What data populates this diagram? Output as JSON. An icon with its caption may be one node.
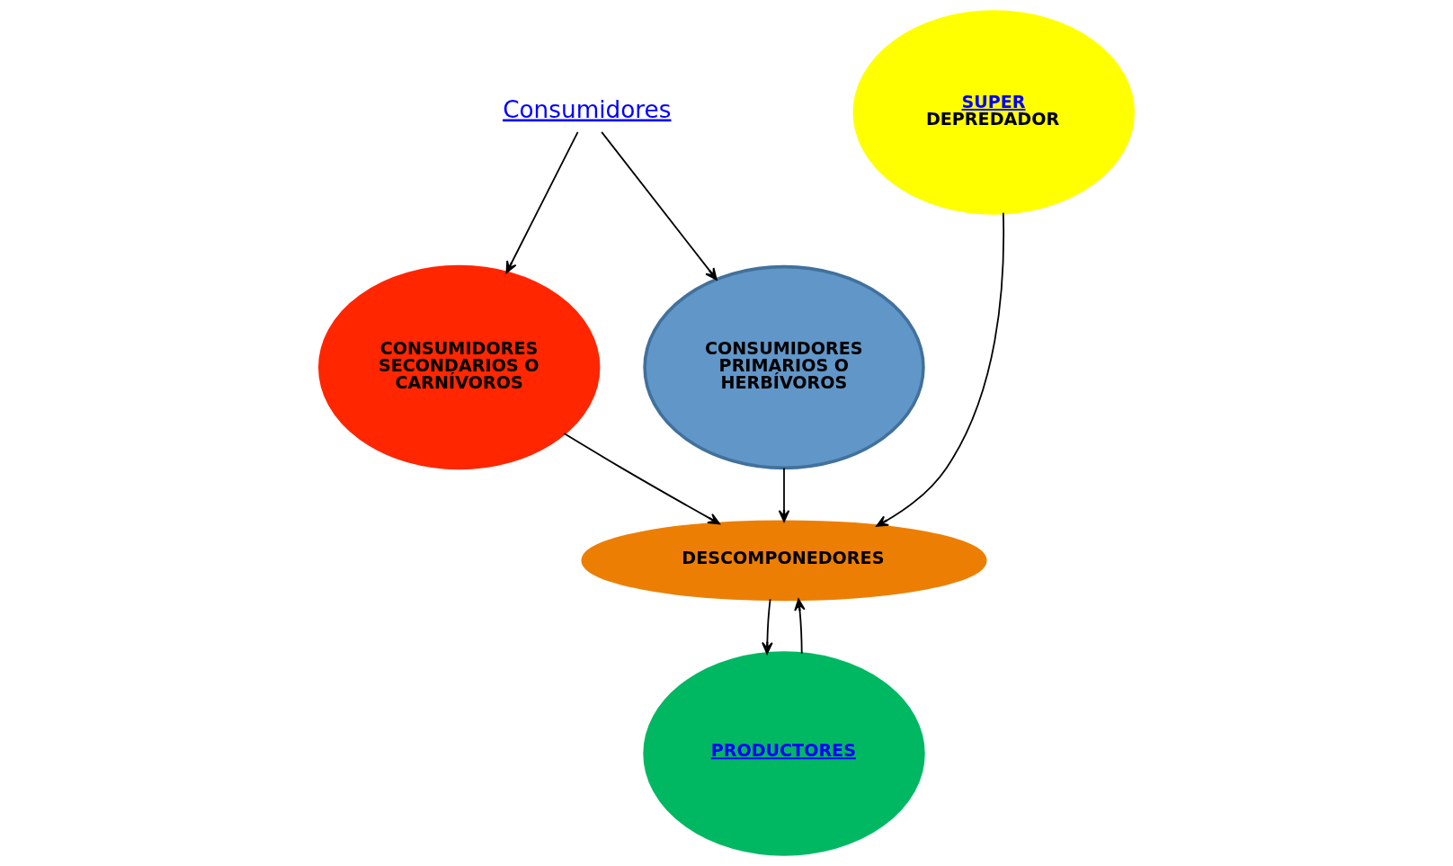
{
  "diagram": {
    "nodes": [
      {
        "text": [
          "Consumidores"
        ]
      },
      {
        "text": [
          "SUPER",
          "DEPREDADOR"
        ]
      },
      {
        "text": [
          "CONSUMIDORES SECONDARIOS O CARNÍVOROS"
        ]
      },
      {
        "text": [
          "CONSUMIDORES PRIMARIOS O HERBÍVOROS"
        ]
      },
      {
        "text": [
          "PRODUCTORES"
        ]
      },
      {
        "text": [
          "DESCOMPONEDORES"
        ]
      }
    ],
    "edges": [
      {
        "from": 0,
        "to": 3,
        "arrow": "to"
      },
      {
        "from": 0,
        "to": 2,
        "arrow": "to"
      },
      {
        "from": 2,
        "to": 5,
        "arrow": "to"
      },
      {
        "from": 1,
        "to": 5,
        "arrow": "to"
      },
      {
        "from": 3,
        "to": 5,
        "arrow": "to"
      },
      {
        "from": 4,
        "to": 5,
        "arrow": "to"
      },
      {
        "from": 5,
        "to": 4,
        "arrow": "to"
      }
    ]
  }
}
